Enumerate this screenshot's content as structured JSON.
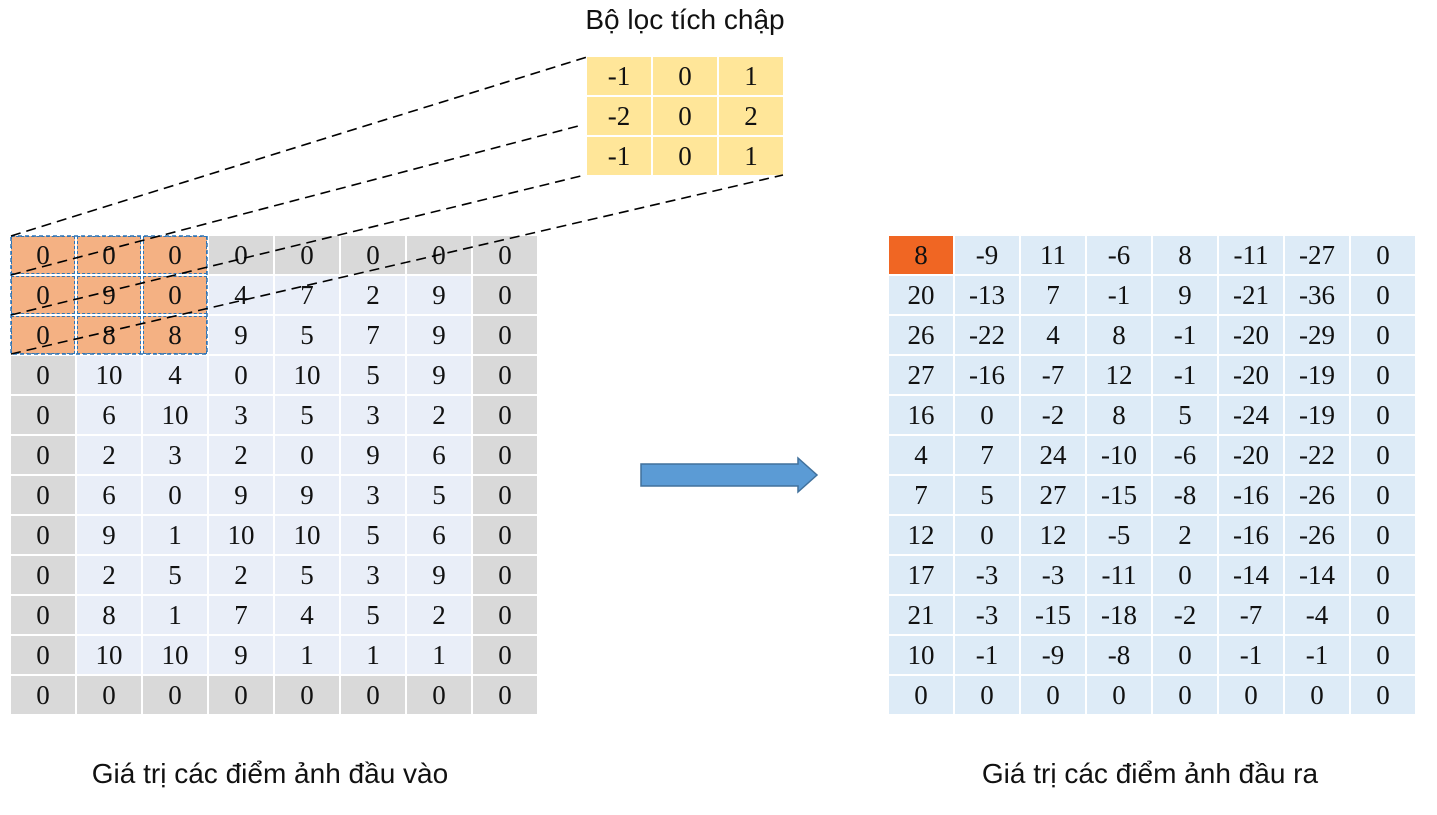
{
  "kernel": {
    "title": "Bộ lọc tích chập",
    "values": [
      [
        "-1",
        "0",
        "1"
      ],
      [
        "-2",
        "0",
        "2"
      ],
      [
        "-1",
        "0",
        "1"
      ]
    ]
  },
  "input": {
    "caption": "Giá trị các điểm ảnh đầu vào",
    "values": [
      [
        "0",
        "0",
        "0",
        "0",
        "0",
        "0",
        "0",
        "0"
      ],
      [
        "0",
        "9",
        "0",
        "4",
        "7",
        "2",
        "9",
        "0"
      ],
      [
        "0",
        "8",
        "8",
        "9",
        "5",
        "7",
        "9",
        "0"
      ],
      [
        "0",
        "10",
        "4",
        "0",
        "10",
        "5",
        "9",
        "0"
      ],
      [
        "0",
        "6",
        "10",
        "3",
        "5",
        "3",
        "2",
        "0"
      ],
      [
        "0",
        "2",
        "3",
        "2",
        "0",
        "9",
        "6",
        "0"
      ],
      [
        "0",
        "6",
        "0",
        "9",
        "9",
        "3",
        "5",
        "0"
      ],
      [
        "0",
        "9",
        "1",
        "10",
        "10",
        "5",
        "6",
        "0"
      ],
      [
        "0",
        "2",
        "5",
        "2",
        "5",
        "3",
        "9",
        "0"
      ],
      [
        "0",
        "8",
        "1",
        "7",
        "4",
        "5",
        "2",
        "0"
      ],
      [
        "0",
        "10",
        "10",
        "9",
        "1",
        "1",
        "1",
        "0"
      ],
      [
        "0",
        "0",
        "0",
        "0",
        "0",
        "0",
        "0",
        "0"
      ]
    ]
  },
  "output": {
    "caption": "Giá trị các điểm ảnh đầu ra",
    "values": [
      [
        "8",
        "-9",
        "11",
        "-6",
        "8",
        "-11",
        "-27",
        "0"
      ],
      [
        "20",
        "-13",
        "7",
        "-1",
        "9",
        "-21",
        "-36",
        "0"
      ],
      [
        "26",
        "-22",
        "4",
        "8",
        "-1",
        "-20",
        "-29",
        "0"
      ],
      [
        "27",
        "-16",
        "-7",
        "12",
        "-1",
        "-20",
        "-19",
        "0"
      ],
      [
        "16",
        "0",
        "-2",
        "8",
        "5",
        "-24",
        "-19",
        "0"
      ],
      [
        "4",
        "7",
        "24",
        "-10",
        "-6",
        "-20",
        "-22",
        "0"
      ],
      [
        "7",
        "5",
        "27",
        "-15",
        "-8",
        "-16",
        "-26",
        "0"
      ],
      [
        "12",
        "0",
        "12",
        "-5",
        "2",
        "-16",
        "-26",
        "0"
      ],
      [
        "17",
        "-3",
        "-3",
        "-11",
        "0",
        "-14",
        "-14",
        "0"
      ],
      [
        "21",
        "-3",
        "-15",
        "-18",
        "-2",
        "-7",
        "-4",
        "0"
      ],
      [
        "10",
        "-1",
        "-9",
        "-8",
        "0",
        "-1",
        "-1",
        "0"
      ],
      [
        "0",
        "0",
        "0",
        "0",
        "0",
        "0",
        "0",
        "0"
      ]
    ]
  },
  "colors": {
    "kernel_cell": "#ffe699",
    "input_padding": "#d9d9d9",
    "input_cell": "#e9eef8",
    "input_highlight": "#f4b183",
    "highlight_border": "#2e75b6",
    "output_cell": "#ddebf7",
    "output_highlight": "#f06623",
    "arrow_fill": "#5b9bd5",
    "arrow_stroke": "#41719c"
  },
  "icons": {
    "flow_arrow": "right-arrow-icon"
  }
}
